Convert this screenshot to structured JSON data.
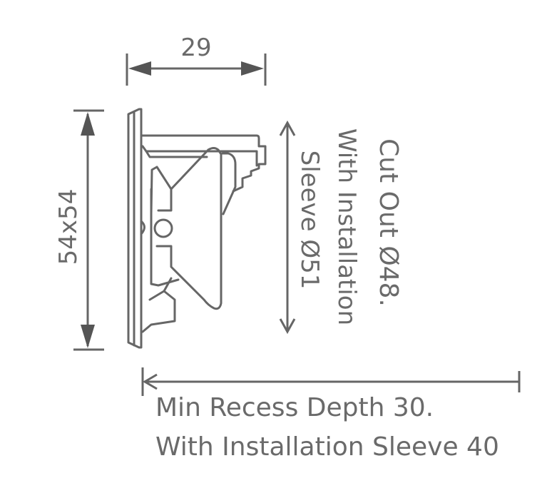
{
  "dimensions": {
    "width_label": "29",
    "height_label": "54x54",
    "cutout_line1": "Cut Out Ø48.",
    "cutout_line2": "With Installation",
    "cutout_line3": "Sleeve Ø51",
    "recess_line1": "Min Recess Depth 30.",
    "recess_line2": "With Installation Sleeve 40"
  }
}
